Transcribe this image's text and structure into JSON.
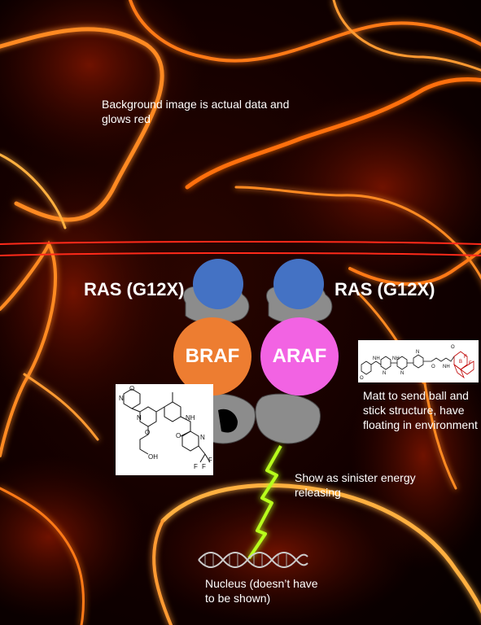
{
  "notes": {
    "background": "Background image is actual data and glows red",
    "matt": "Matt to send ball and stick structure, have floating in environment",
    "energy": "Show as sinister energy releasing",
    "nucleus": "Nucleus (doesn’t have to be shown)"
  },
  "labels": {
    "ras_left": "RAS (G12X)",
    "ras_right": "RAS (G12X)",
    "braf": "BRAF",
    "araf": "ARAF"
  },
  "molecule_left": {
    "atoms": [
      "N",
      "O",
      "N",
      "O",
      "OH",
      "NH",
      "O",
      "N",
      "F",
      "F",
      "F"
    ]
  },
  "molecule_right": {
    "atoms": [
      "O",
      "NH",
      "NH",
      "N",
      "N",
      "N",
      "O",
      "NH",
      "O",
      "B",
      "F",
      "F"
    ]
  },
  "colors": {
    "ras": "#4472c4",
    "braf": "#ed7d31",
    "araf": "#f263e3",
    "membrane": "#ff2a1a",
    "energy": "#b8ff1a",
    "helix": "#cccccc",
    "glow": "#ff8a20"
  }
}
